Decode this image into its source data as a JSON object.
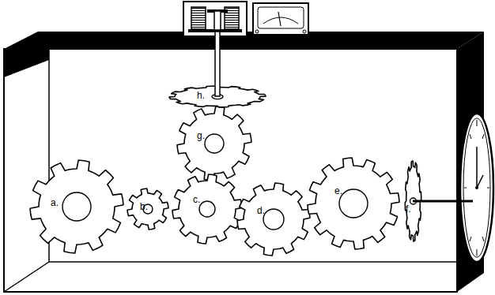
{
  "diagram": {
    "nodes": [
      {
        "text": [
          "h."
        ]
      },
      {
        "text": [
          "g."
        ]
      },
      {
        "text": [
          "a."
        ]
      },
      {
        "text": [
          "b."
        ]
      },
      {
        "text": [
          "c."
        ]
      },
      {
        "text": [
          "d."
        ]
      },
      {
        "text": [
          "e."
        ]
      },
      {
        "text": [
          "f."
        ]
      }
    ]
  }
}
